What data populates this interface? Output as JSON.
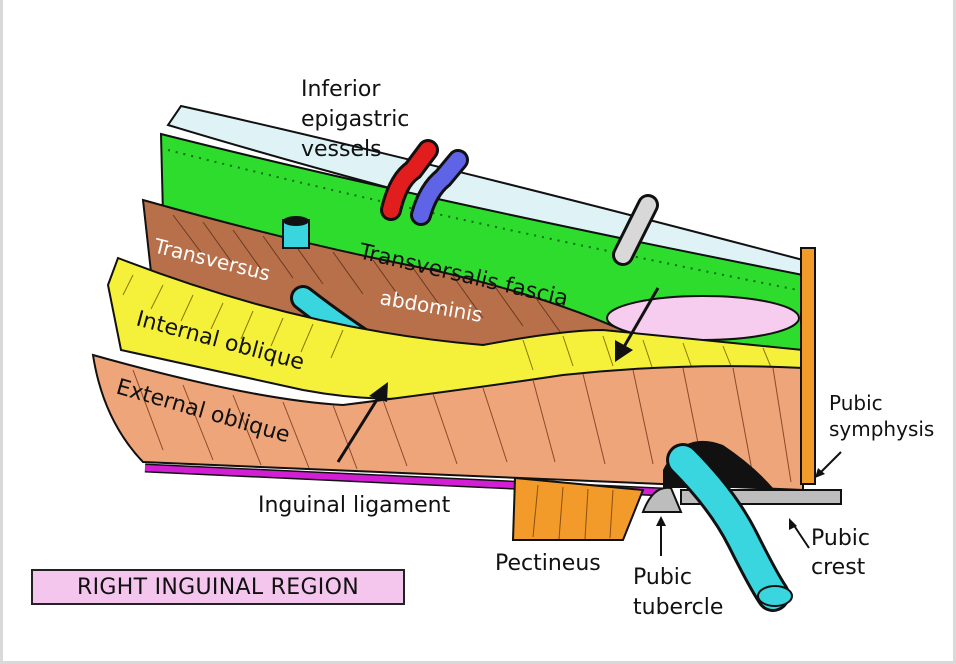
{
  "labels": {
    "inferior_epigastric": [
      "Inferior",
      "epigastric",
      "vessels"
    ],
    "transversalis_fascia": "Transversalis fascia",
    "transversus": "Transversus",
    "abdominis": "abdominis",
    "internal_oblique": "Internal oblique",
    "external_oblique": "External oblique",
    "pubic_symphysis": [
      "Pubic",
      "symphysis"
    ],
    "inguinal_ligament": "Inguinal ligament",
    "pectineus": "Pectineus",
    "pubic_tubercle": [
      "Pubic",
      "tubercle"
    ],
    "pubic_crest": [
      "Pubic",
      "crest"
    ]
  },
  "caption": "RIGHT INGUINAL REGION",
  "colors": {
    "peritoneum": "#dff3f6",
    "transversalis_fascia": "#2edc2e",
    "transversus": "#b8704a",
    "internal_oblique": "#f5f03a",
    "external_oblique": "#eea57a",
    "artery": "#e21d1d",
    "vein": "#5f63e6",
    "cord": "#3ad6e0",
    "ligament": "#d31fd3",
    "pectineus": "#f29a2a",
    "caption_fill": "#f4c6ee"
  }
}
